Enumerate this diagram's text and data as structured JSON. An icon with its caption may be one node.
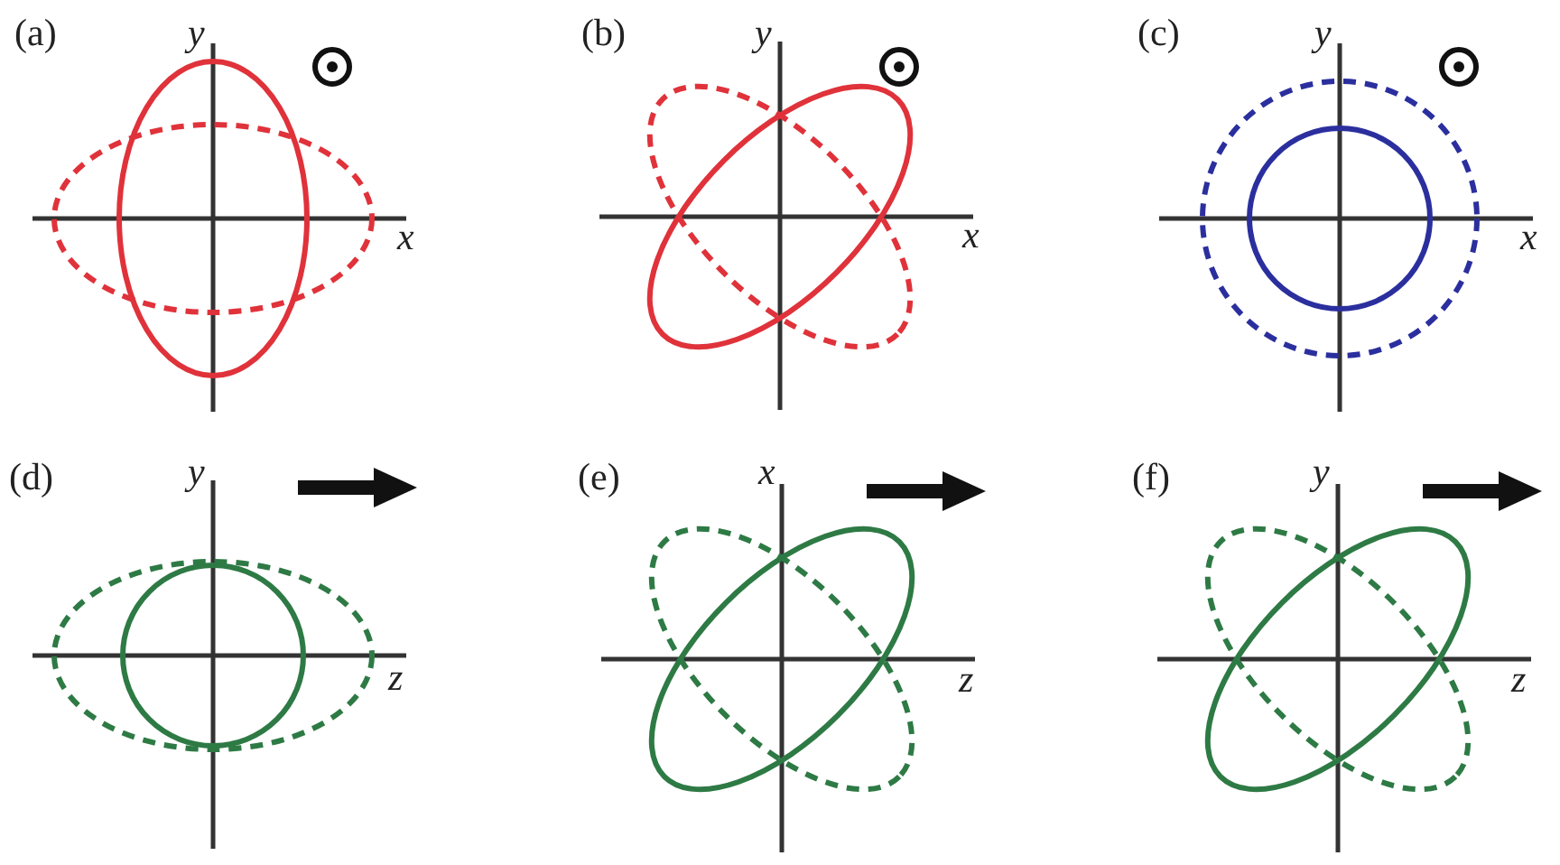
{
  "diagram": {
    "labels": [
      "(a)",
      "y",
      "x",
      "(b)",
      "y",
      "x",
      "(c)",
      "y",
      "x",
      "(d)",
      "y",
      "z",
      "(e)",
      "x",
      "z",
      "(f)",
      "y",
      "z"
    ]
  }
}
